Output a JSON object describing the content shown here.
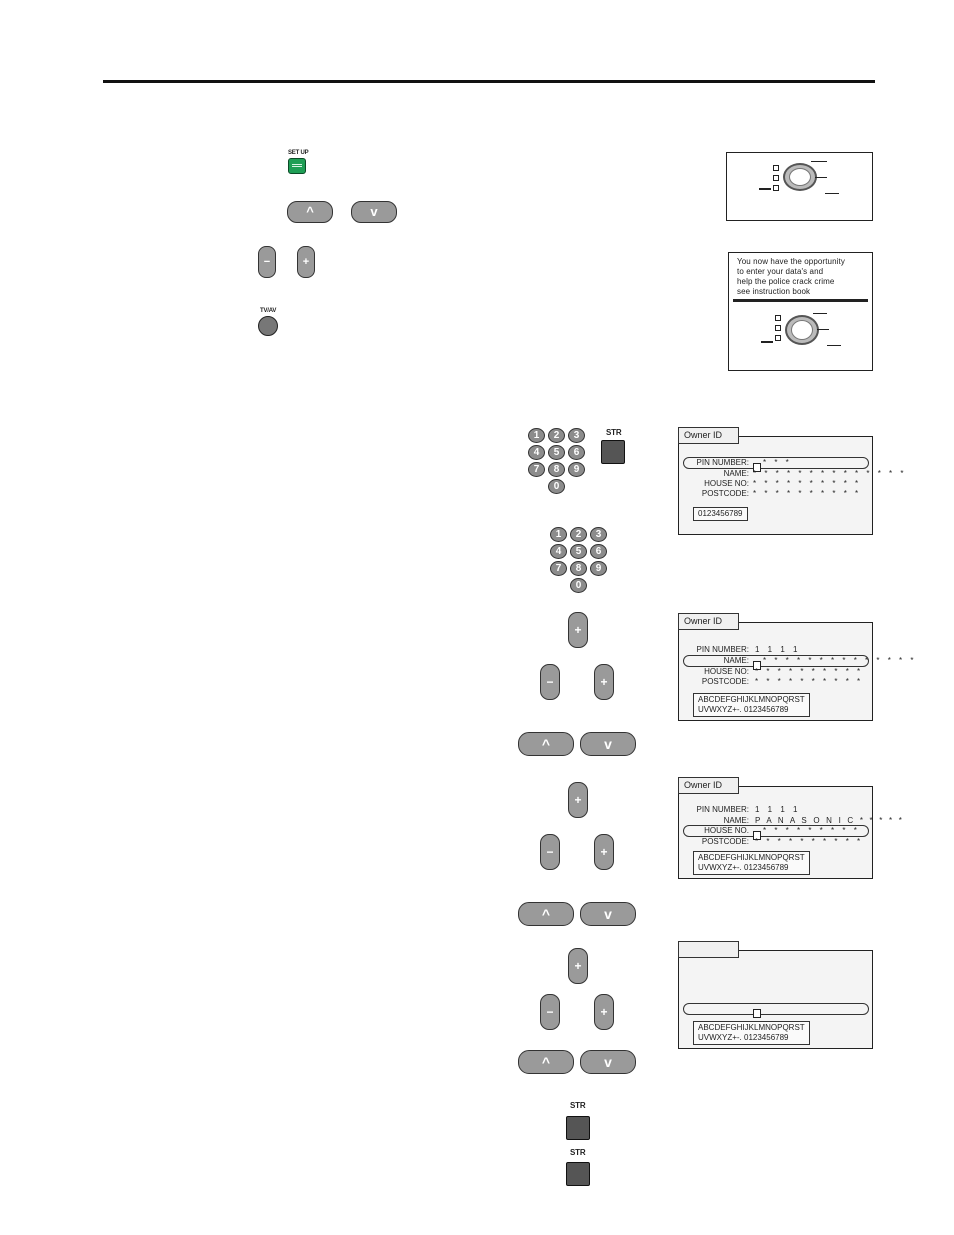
{
  "buttons": {
    "setup_label": "SET UP",
    "tvav_label": "TV/AV",
    "str_label": "STR",
    "up_glyph": "^",
    "down_glyph": "v",
    "plus_glyph": "+",
    "minus_glyph": "−"
  },
  "keypad": {
    "keys": [
      "1",
      "2",
      "3",
      "4",
      "5",
      "6",
      "7",
      "8",
      "9",
      "0"
    ]
  },
  "notice_screen": {
    "message_line1": "You now have the opportunity",
    "message_line2": "to enter your data's and",
    "message_line3": "help the police crack crime",
    "message_line4": "see instruction book"
  },
  "owner_id_1": {
    "tab": "Owner ID",
    "pin_label": "PIN NUMBER:",
    "pin_value": "* * *",
    "name_label": "NAME:",
    "name_value": "* * * * * * * * * * * * * *",
    "house_label": "HOUSE NO:",
    "house_value": "* * * * * * * * * *",
    "postcode_label": "POSTCODE:",
    "postcode_value": "* * * * * * * * * *",
    "chars": "0123456789"
  },
  "owner_id_2": {
    "tab": "Owner ID",
    "pin_label": "PIN NUMBER:",
    "pin_value": "1 1 1 1",
    "name_label": "NAME:",
    "name_value": "* * * * * * * * * * * * * *",
    "house_label": "HOUSE NO:",
    "house_value": "* * * * * * * * * *",
    "postcode_label": "POSTCODE:",
    "postcode_value": "* * * * * * * * * *",
    "chars_line1": "ABCDEFGHIJKLMNOPQRST",
    "chars_line2": "UVWXYZ+-. 0123456789"
  },
  "owner_id_3": {
    "tab": "Owner ID",
    "pin_label": "PIN NUMBER:",
    "pin_value": "1 1 1 1",
    "name_label": "NAME:",
    "name_value": "P A N A S O N I C * * * * *",
    "house_label": "HOUSE NO.",
    "house_value": "* * * * * * * * *",
    "postcode_label": "POSTCODE:",
    "postcode_value": "* * * * * * * * * *",
    "chars_line1": "ABCDEFGHIJKLMNOPQRST",
    "chars_line2": "UVWXYZ+-. 0123456789"
  },
  "blank_entry": {
    "chars_line1": "ABCDEFGHIJKLMNOPQRST",
    "chars_line2": "UVWXYZ+-. 0123456789"
  }
}
